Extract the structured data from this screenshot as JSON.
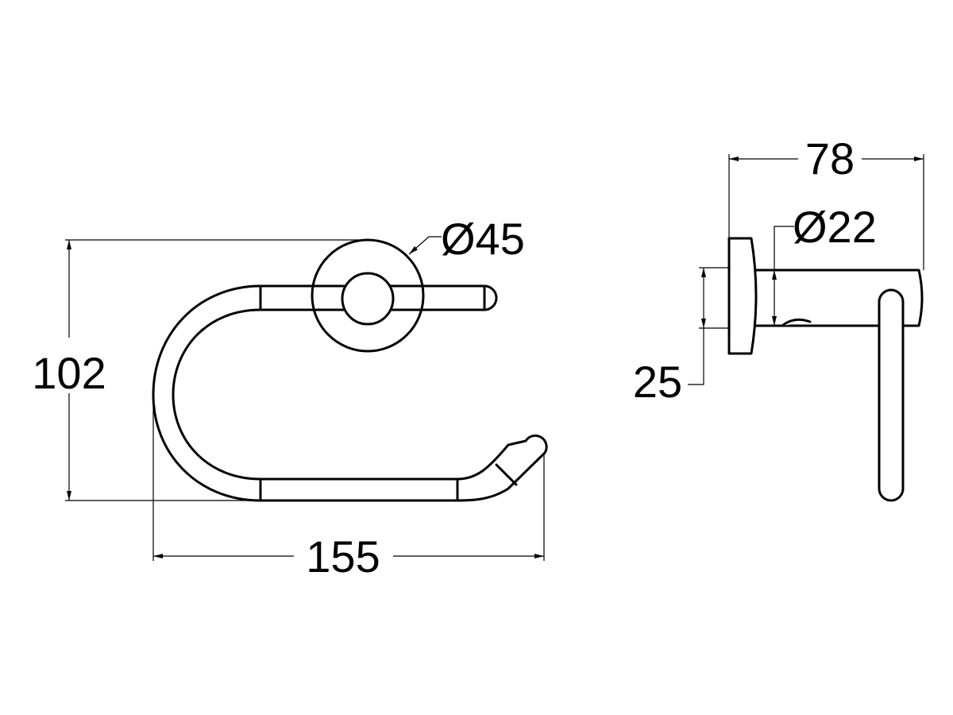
{
  "drawing": {
    "front_view": {
      "height_label": "102",
      "width_label": "155",
      "flange_diameter_label": "Ø45"
    },
    "side_view": {
      "depth_label": "78",
      "rod_diameter_label": "Ø22",
      "flange_offset_label": "25"
    }
  }
}
